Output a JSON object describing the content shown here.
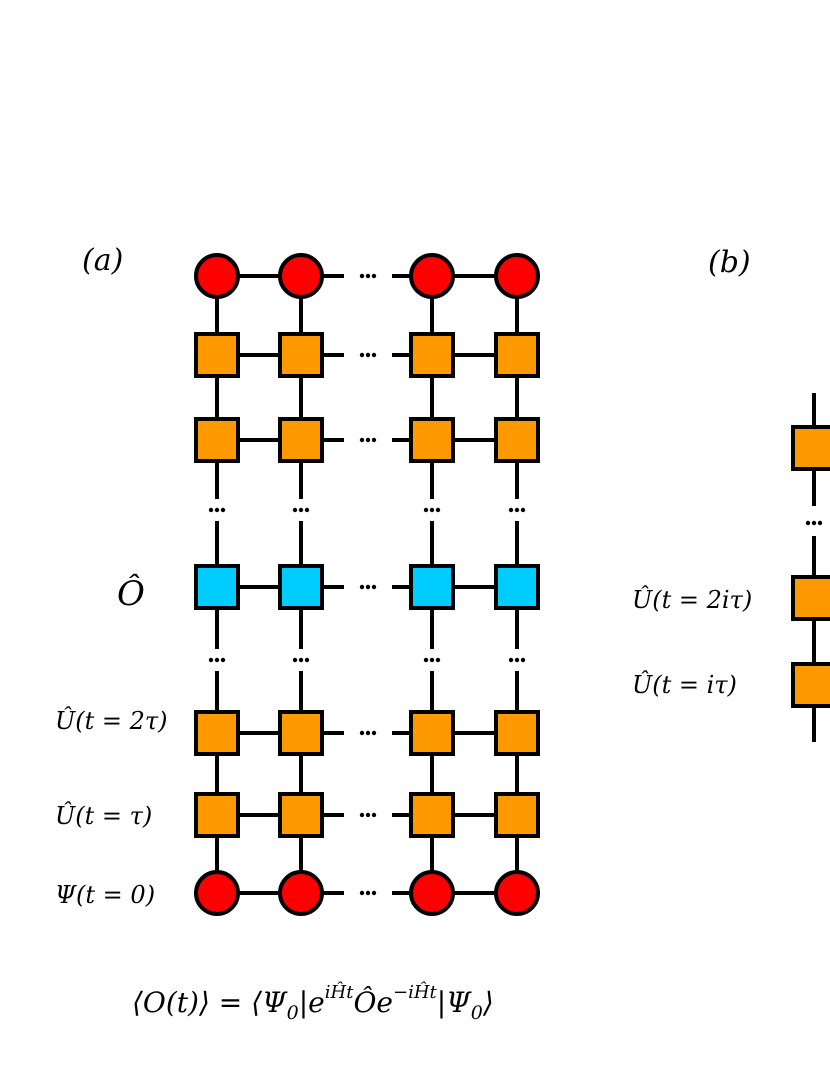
{
  "panels": [
    {
      "label": "(a)",
      "rows": [
        {
          "kind": "state",
          "label": ""
        },
        {
          "kind": "gate",
          "label": ""
        },
        {
          "kind": "gate",
          "label": ""
        },
        {
          "kind": "dots"
        },
        {
          "kind": "operator",
          "label": "Ô"
        },
        {
          "kind": "dots"
        },
        {
          "kind": "gate",
          "label": "Û(t = 2τ)"
        },
        {
          "kind": "gate",
          "label": "Û(t = τ)"
        },
        {
          "kind": "state",
          "label": "Ψ(t = 0)"
        }
      ],
      "formula": "⟨O(t)⟩ = ⟨Ψ₀|e^{iĤt} Ô e^{−iĤt}|Ψ₀⟩"
    },
    {
      "label": "(b)",
      "rows": [
        {
          "kind": "gate",
          "label": ""
        },
        {
          "kind": "dots"
        },
        {
          "kind": "gate",
          "label": "Û(t = 2iτ)"
        },
        {
          "kind": "gate",
          "label": "Û(t = iτ)"
        }
      ]
    }
  ],
  "colors": {
    "state": "#ff0000",
    "gate": "#ff9900",
    "operator": "#00ccff",
    "line": "#000000"
  }
}
